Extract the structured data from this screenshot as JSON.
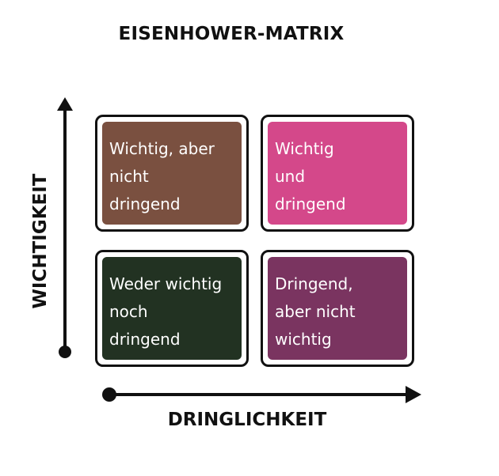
{
  "title": "EISENHOWER-MATRIX",
  "axes": {
    "x_label": "DRINGLICHKEIT",
    "y_label": "WICHTIGKEIT",
    "color": "#111111"
  },
  "quadrants": {
    "top_left": {
      "text": "Wichtig, aber\nnicht\ndringend",
      "color": "#7a5040"
    },
    "top_right": {
      "text": "Wichtig\nund\ndringend",
      "color": "#d4488a"
    },
    "bottom_left": {
      "text": "Weder wichtig\nnoch\ndringend",
      "color": "#223222"
    },
    "bottom_right": {
      "text": "Dringend,\naber nicht\nwichtig",
      "color": "#7a3460"
    }
  }
}
